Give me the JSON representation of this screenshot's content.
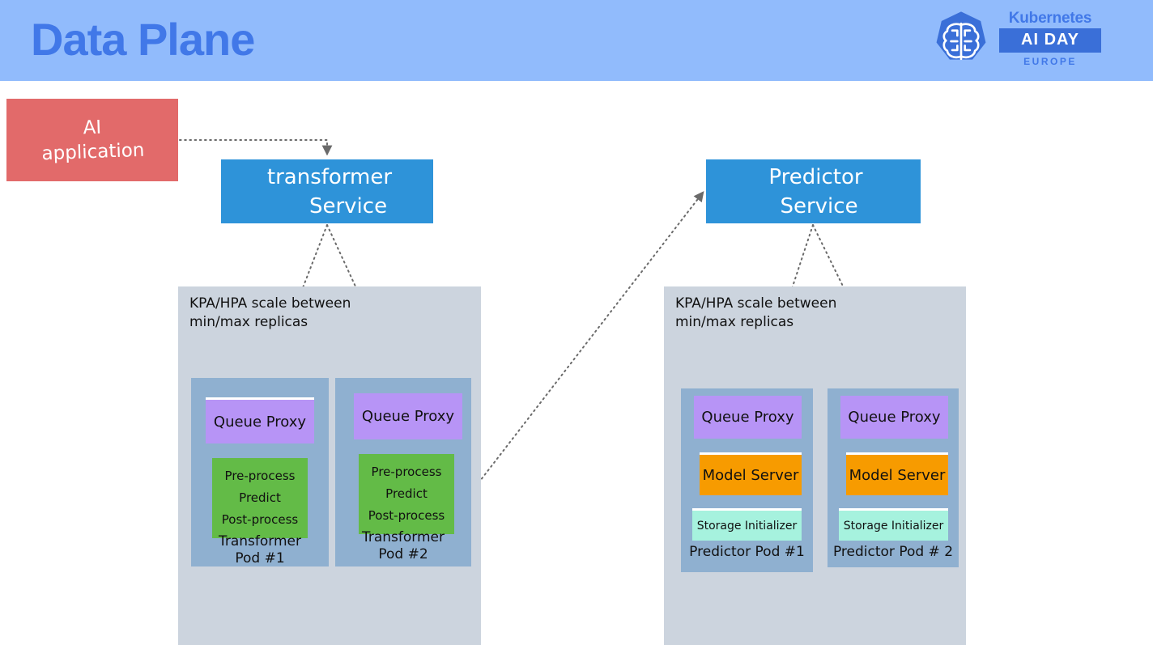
{
  "header": {
    "title": "Data Plane",
    "background_color": "#91bbfc",
    "title_color": "#4178e8",
    "logo": {
      "mark_name": "kubernetes-brain-logo",
      "line1": "Kubernetes",
      "line2": "AI DAY",
      "line3": "EUROPE"
    }
  },
  "diagram": {
    "client": {
      "line1": "AI",
      "line2": "application",
      "color": "#e26a6a"
    },
    "services": [
      {
        "id": "transformer",
        "line1": "transformer",
        "line2": "Service",
        "color": "#2e93d9"
      },
      {
        "id": "predictor",
        "line1": "Predictor",
        "line2": "Service",
        "color": "#2e93d9"
      }
    ],
    "groups": [
      {
        "id": "transformer-group",
        "note_line1": "KPA/HPA scale between",
        "note_line2": "min/max replicas",
        "color": "#ccd4de",
        "pods": [
          {
            "label_line1": "Transformer",
            "label_line2": "Pod #1",
            "containers": [
              {
                "name": "queue-proxy",
                "label": "Queue Proxy",
                "color": "#b794f6"
              },
              {
                "name": "transformer-logic",
                "lines": [
                  "Pre-process",
                  "Predict",
                  "Post-process"
                ],
                "color": "#63bb47"
              }
            ]
          },
          {
            "label_line1": "Transformer",
            "label_line2": "Pod #2",
            "containers": [
              {
                "name": "queue-proxy",
                "label": "Queue Proxy",
                "color": "#b794f6"
              },
              {
                "name": "transformer-logic",
                "lines": [
                  "Pre-process",
                  "Predict",
                  "Post-process"
                ],
                "color": "#63bb47"
              }
            ]
          }
        ]
      },
      {
        "id": "predictor-group",
        "note_line1": "KPA/HPA scale between",
        "note_line2": "min/max replicas",
        "color": "#ccd4de",
        "pods": [
          {
            "label_line1": "Predictor Pod #1",
            "label_line2": "",
            "containers": [
              {
                "name": "queue-proxy",
                "label": "Queue Proxy",
                "color": "#b794f6"
              },
              {
                "name": "model-server",
                "label": "Model Server",
                "color": "#f79b00"
              },
              {
                "name": "storage-initializer",
                "label": "Storage Initializer",
                "color": "#a6f2de"
              }
            ]
          },
          {
            "label_line1": "Predictor Pod # 2",
            "label_line2": "",
            "containers": [
              {
                "name": "queue-proxy",
                "label": "Queue Proxy",
                "color": "#b794f6"
              },
              {
                "name": "model-server",
                "label": "Model Server",
                "color": "#f79b00"
              },
              {
                "name": "storage-initializer",
                "label": "Storage Initializer",
                "color": "#a6f2de"
              }
            ]
          }
        ]
      }
    ],
    "connectors": [
      {
        "name": "ai-app-to-transformer-service",
        "style": "dotted-arrow"
      },
      {
        "name": "transformer-service-to-pod-1",
        "style": "dotted-arrow"
      },
      {
        "name": "transformer-service-to-pod-2",
        "style": "dotted-arrow"
      },
      {
        "name": "transformer-pod-2-to-predictor-service",
        "style": "dotted-arrow"
      },
      {
        "name": "predictor-service-to-pod-1",
        "style": "dotted-arrow"
      },
      {
        "name": "predictor-service-to-pod-2",
        "style": "dotted-arrow"
      },
      {
        "name": "queue-proxy-to-logic-t1",
        "style": "solid-arrow"
      },
      {
        "name": "queue-proxy-to-logic-t2",
        "style": "solid-arrow"
      },
      {
        "name": "queue-proxy-to-model-server-p1",
        "style": "solid-arrow"
      },
      {
        "name": "queue-proxy-to-model-server-p2",
        "style": "solid-arrow"
      }
    ]
  }
}
